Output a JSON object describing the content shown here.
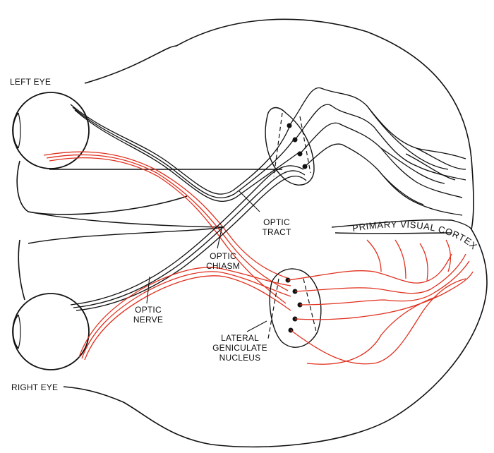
{
  "labels": {
    "left_eye": "LEFT EYE",
    "right_eye": "RIGHT EYE",
    "optic_tract_line1": "OPTIC",
    "optic_tract_line2": "TRACT",
    "optic_chiasm_line1": "OPTIC",
    "optic_chiasm_line2": "CHIASM",
    "optic_nerve_line1": "OPTIC",
    "optic_nerve_line2": "NERVE",
    "lgn_line1": "LATERAL",
    "lgn_line2": "GENICULATE",
    "lgn_line3": "NUCLEUS",
    "primary_visual_cortex": "PRIMARY VISUAL CORTEX"
  },
  "colors": {
    "outline": "#111111",
    "left_pathway": "#111111",
    "right_pathway": "#e0301e"
  }
}
